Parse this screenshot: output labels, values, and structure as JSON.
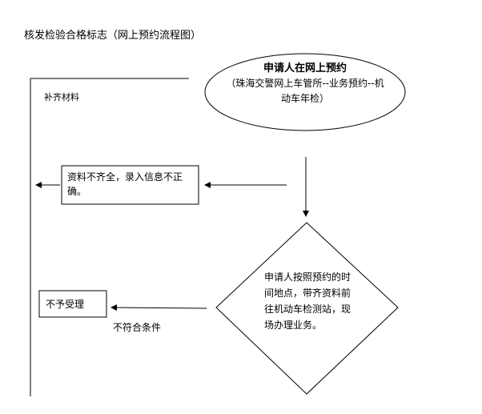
{
  "title": "核发检验合格标志（网上预约流程图）",
  "supplement_label": "补齐材料",
  "start_node": {
    "heading": "申请人在网上预约",
    "detail": "（珠海交警网上车管所--业务预约--机动车年检）"
  },
  "incomplete_node": "资料不齐全，录入信息不正确。",
  "decision_node": "申请人按照预约的时间地点，带齐资料前往机动车检测站，现场办理业务。",
  "reject_node": "不予受理",
  "reject_label": "不符合条件",
  "colors": {
    "line": "#000000",
    "background": "#ffffff"
  }
}
